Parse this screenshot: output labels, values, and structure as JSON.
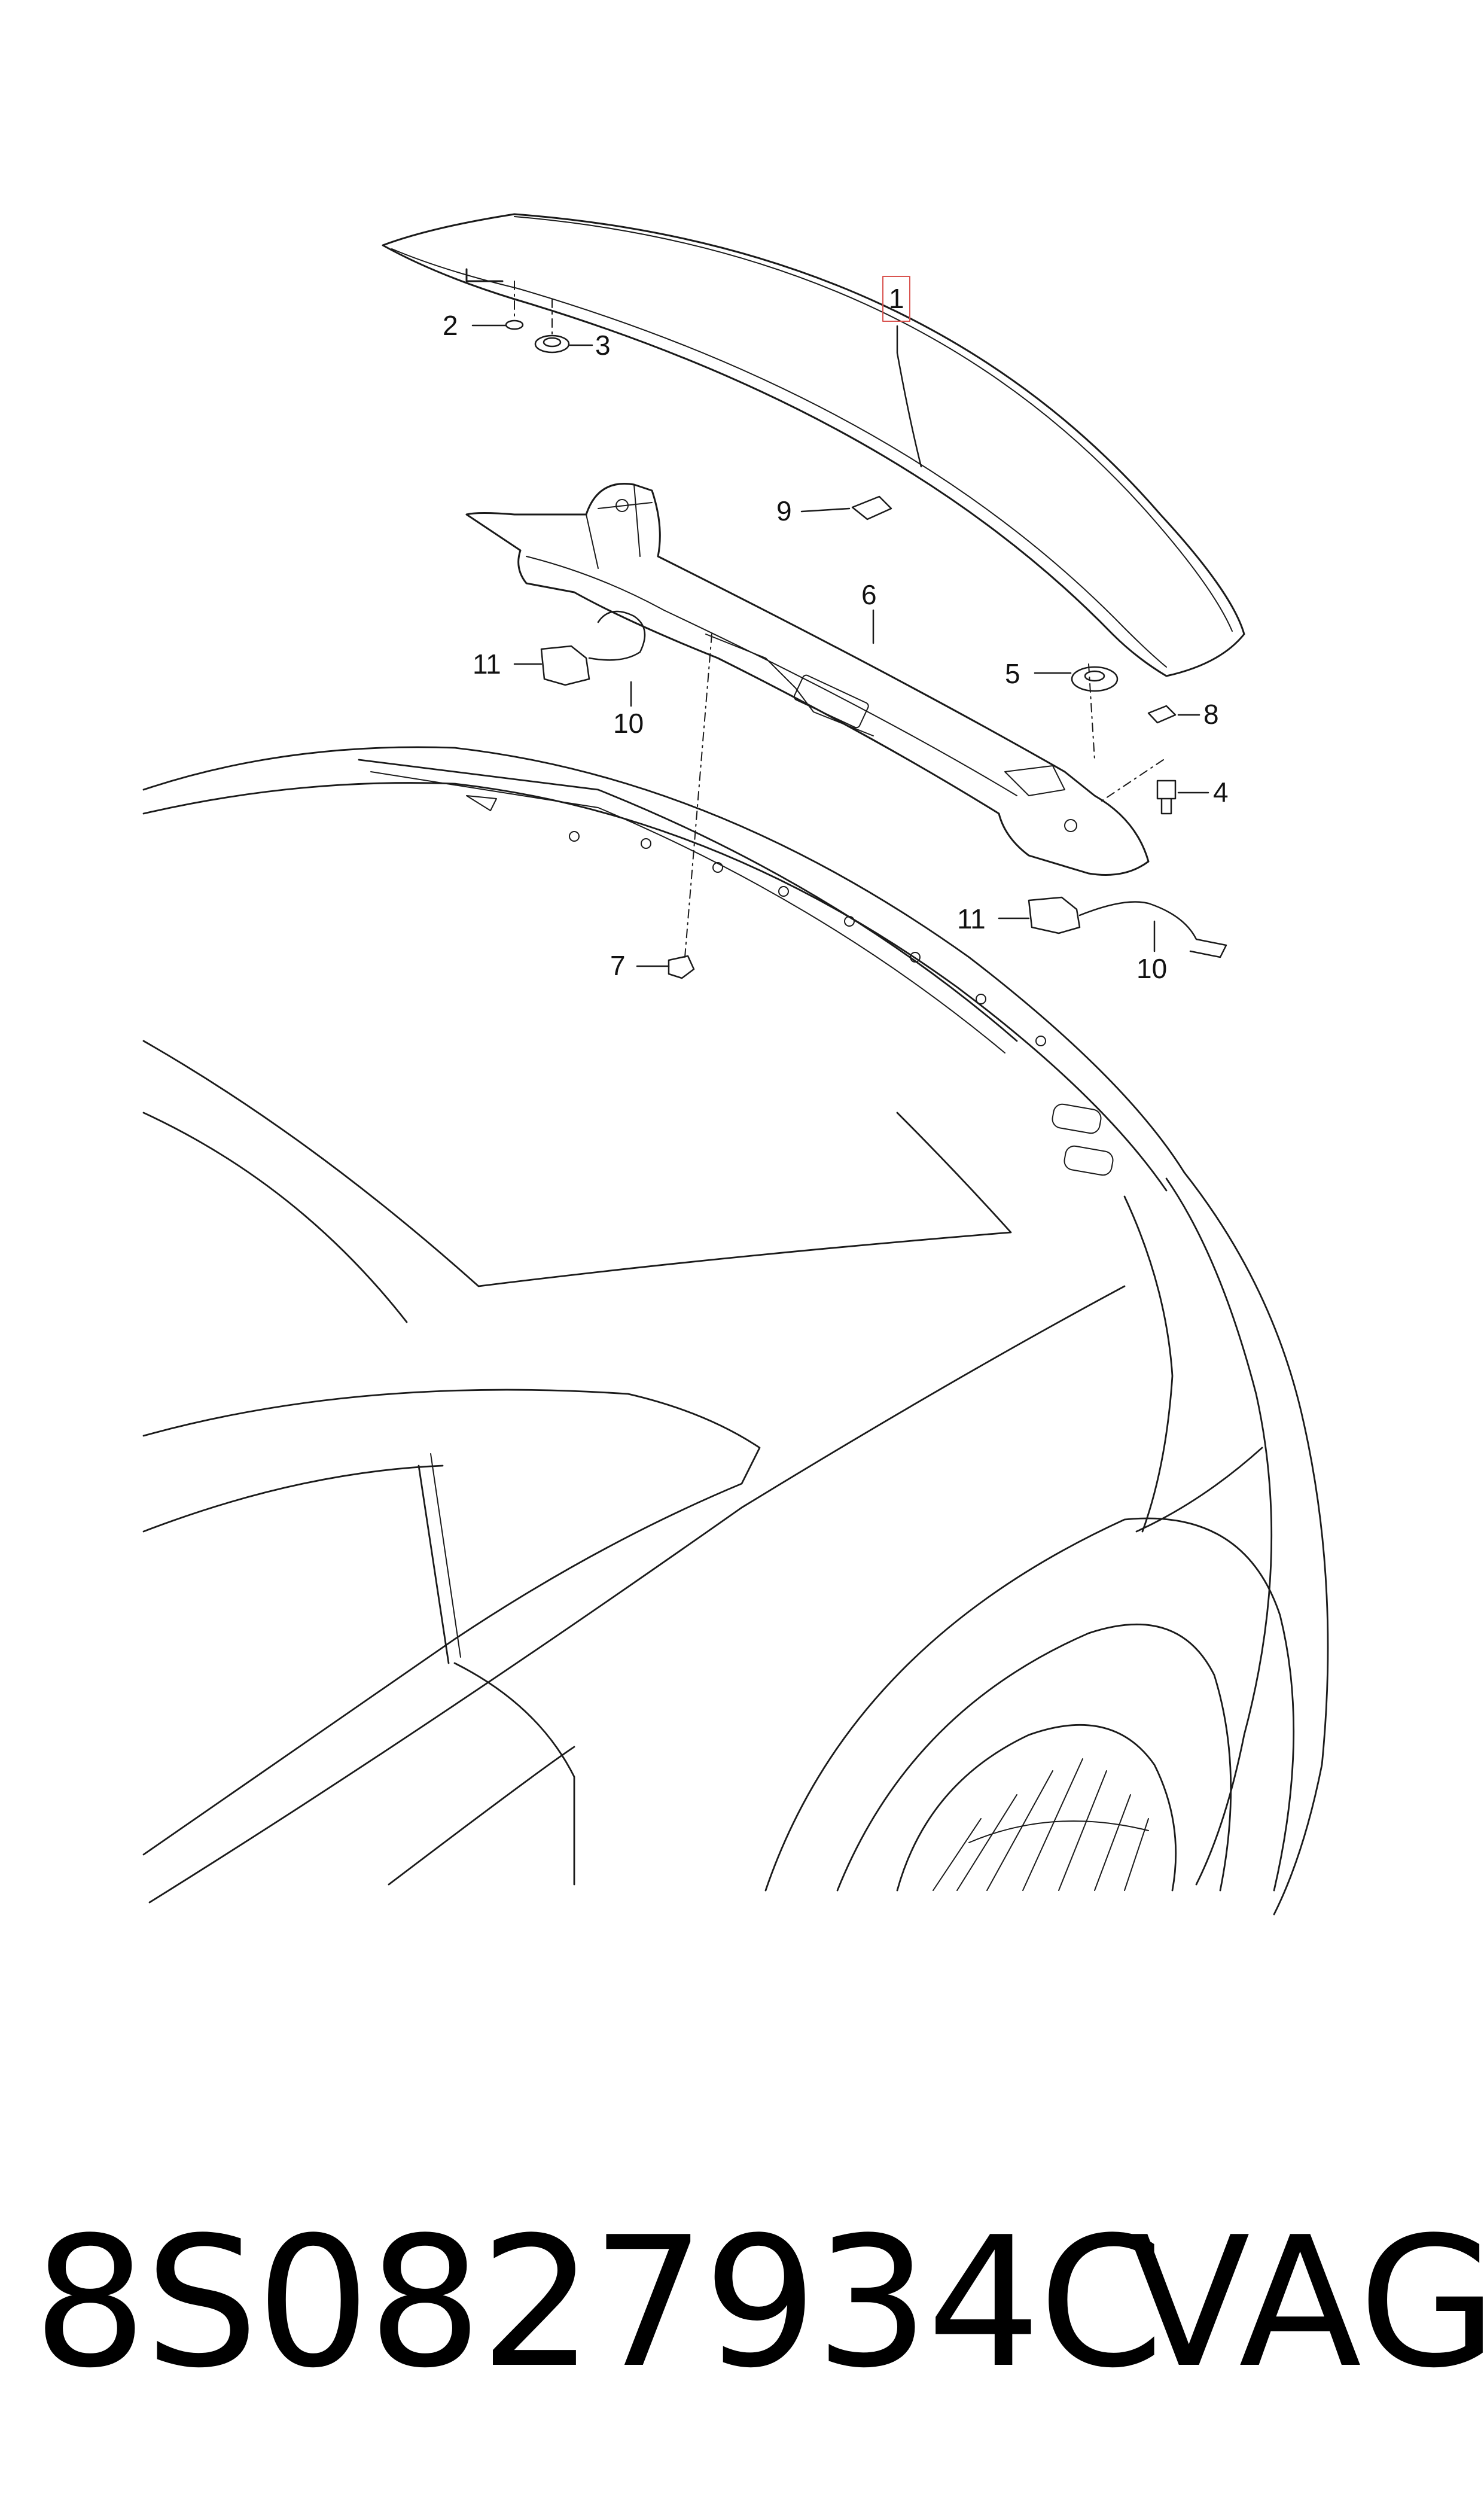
{
  "diagram": {
    "callouts": [
      {
        "id": "1",
        "label": "1",
        "highlighted": true
      },
      {
        "id": "2",
        "label": "2"
      },
      {
        "id": "3",
        "label": "3"
      },
      {
        "id": "4",
        "label": "4"
      },
      {
        "id": "5",
        "label": "5"
      },
      {
        "id": "6",
        "label": "6"
      },
      {
        "id": "7",
        "label": "7"
      },
      {
        "id": "8",
        "label": "8"
      },
      {
        "id": "9",
        "label": "9"
      },
      {
        "id": "10a",
        "label": "10"
      },
      {
        "id": "10b",
        "label": "10"
      },
      {
        "id": "11a",
        "label": "11"
      },
      {
        "id": "11b",
        "label": "11"
      }
    ],
    "highlight_color": "#d9534f"
  },
  "footer": {
    "part_number": "8S0827934C",
    "brand": "VAG"
  }
}
